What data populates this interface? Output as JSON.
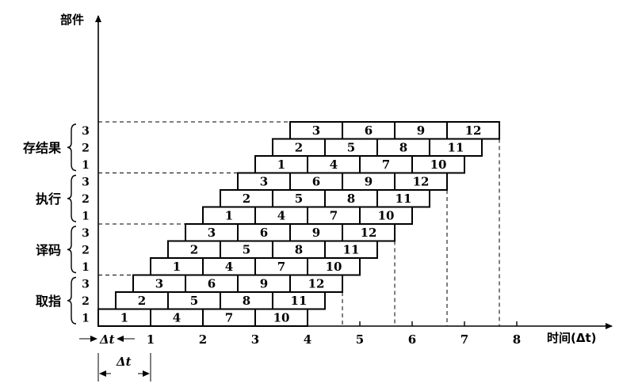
{
  "y_axis_label": "部件",
  "x_axis_label": "时间(Δt)",
  "dt_label_top": "Δt",
  "dt_label_bottom": "Δt",
  "stages": [
    {
      "name": "取指",
      "units": [
        "1",
        "2",
        "3"
      ]
    },
    {
      "name": "译码",
      "units": [
        "1",
        "2",
        "3"
      ]
    },
    {
      "name": "执行",
      "units": [
        "1",
        "2",
        "3"
      ]
    },
    {
      "name": "存结果",
      "units": [
        "1",
        "2",
        "3"
      ]
    }
  ],
  "x_ticks": [
    "1",
    "2",
    "3",
    "4",
    "5",
    "6",
    "7",
    "8"
  ],
  "rows": [
    {
      "stage": 0,
      "unit": 0,
      "start": 0,
      "instr": [
        "1",
        "4",
        "7",
        "10"
      ]
    },
    {
      "stage": 0,
      "unit": 1,
      "start": 0.333,
      "instr": [
        "2",
        "5",
        "8",
        "11"
      ]
    },
    {
      "stage": 0,
      "unit": 2,
      "start": 0.667,
      "instr": [
        "3",
        "6",
        "9",
        "12"
      ]
    },
    {
      "stage": 1,
      "unit": 0,
      "start": 1,
      "instr": [
        "1",
        "4",
        "7",
        "10"
      ]
    },
    {
      "stage": 1,
      "unit": 1,
      "start": 1.333,
      "instr": [
        "2",
        "5",
        "8",
        "11"
      ]
    },
    {
      "stage": 1,
      "unit": 2,
      "start": 1.667,
      "instr": [
        "3",
        "6",
        "9",
        "12"
      ]
    },
    {
      "stage": 2,
      "unit": 0,
      "start": 2,
      "instr": [
        "1",
        "4",
        "7",
        "10"
      ]
    },
    {
      "stage": 2,
      "unit": 1,
      "start": 2.333,
      "instr": [
        "2",
        "5",
        "8",
        "11"
      ]
    },
    {
      "stage": 2,
      "unit": 2,
      "start": 2.667,
      "instr": [
        "3",
        "6",
        "9",
        "12"
      ]
    },
    {
      "stage": 3,
      "unit": 0,
      "start": 3,
      "instr": [
        "1",
        "4",
        "7",
        "10"
      ]
    },
    {
      "stage": 3,
      "unit": 1,
      "start": 3.333,
      "instr": [
        "2",
        "5",
        "8",
        "11"
      ]
    },
    {
      "stage": 3,
      "unit": 2,
      "start": 3.667,
      "instr": [
        "3",
        "6",
        "9",
        "12"
      ]
    }
  ]
}
